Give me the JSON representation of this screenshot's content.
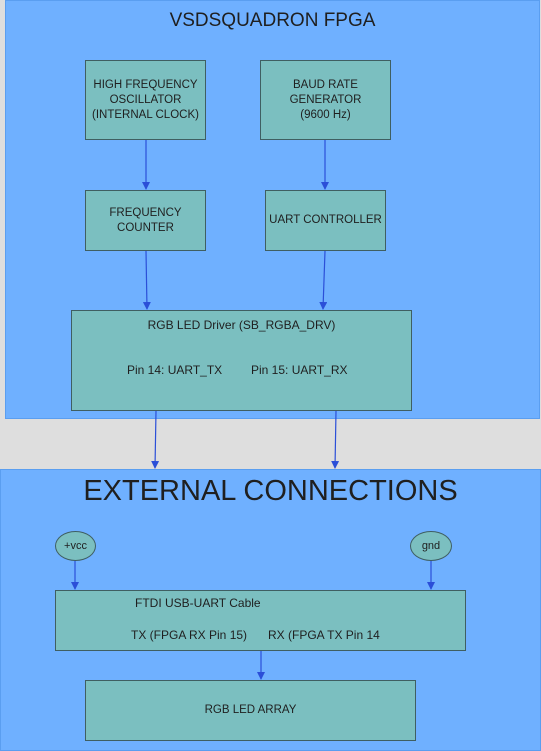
{
  "fpga": {
    "title": "VSDSQUADRON FPGA",
    "hfosc": "HIGH FREQUENCY\nOSCILLATOR\n(INTERNAL CLOCK)",
    "baud": "BAUD RATE\nGENERATOR\n(9600 Hz)",
    "freq_counter": "FREQUENCY\nCOUNTER",
    "uart_controller": "UART CONTROLLER",
    "rgb_driver_title": "RGB LED Driver (SB_RGBA_DRV)",
    "pin14": "Pin 14: UART_TX",
    "pin15": "Pin 15: UART_RX"
  },
  "external": {
    "title": "EXTERNAL CONNECTIONS",
    "vcc": "+vcc",
    "gnd": "gnd",
    "ftdi_title": "FTDI USB-UART Cable",
    "tx": "TX (FPGA RX Pin 15)",
    "rx": "RX (FPGA TX Pin 14",
    "rgb_array": "RGB LED ARRAY"
  },
  "colors": {
    "panel": "#6fb0ff",
    "box": "#7bbfc0",
    "arrow": "#2b4fd8",
    "background": "#dedede"
  }
}
